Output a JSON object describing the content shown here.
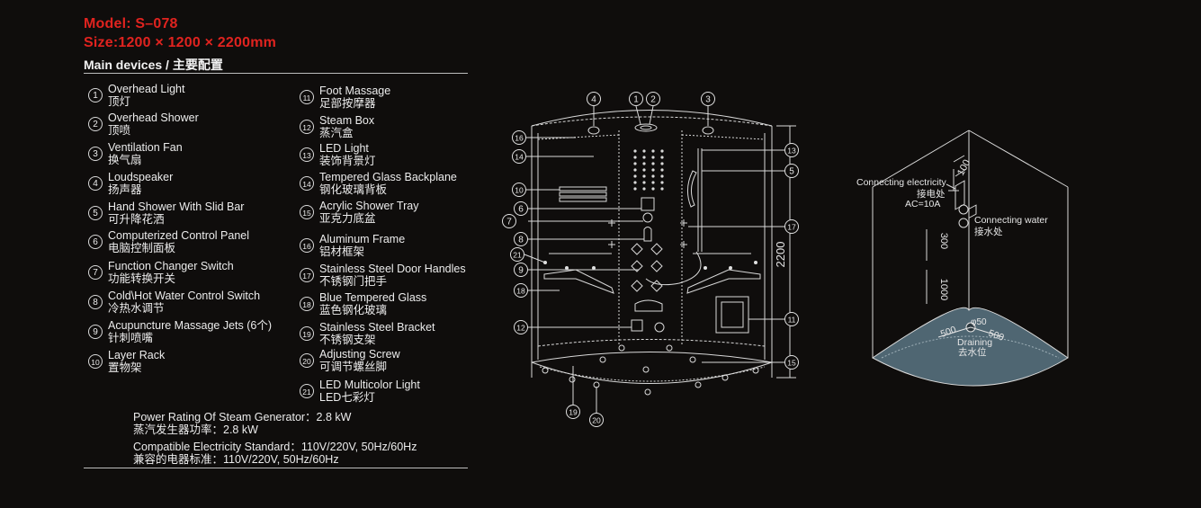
{
  "header": {
    "model": "Model: S–078",
    "size": "Size:1200 × 1200 × 2200mm",
    "section": "Main devices / 主要配置"
  },
  "devices": [
    {
      "num": "1",
      "en": "Overhead Light",
      "cn": "顶灯"
    },
    {
      "num": "2",
      "en": "Overhead Shower",
      "cn": "顶喷"
    },
    {
      "num": "3",
      "en": "Ventilation Fan",
      "cn": "换气扇"
    },
    {
      "num": "4",
      "en": "Loudspeaker",
      "cn": "扬声器"
    },
    {
      "num": "5",
      "en": "Hand Shower With Slid Bar",
      "cn": "可升降花洒"
    },
    {
      "num": "6",
      "en": "Computerized Control Panel",
      "cn": "电脑控制面板"
    },
    {
      "num": "7",
      "en": "Function Changer Switch",
      "cn": "功能转换开关"
    },
    {
      "num": "8",
      "en": "Cold\\Hot Water Control Switch",
      "cn": "冷热水调节"
    },
    {
      "num": "9",
      "en": "Acupuncture Massage Jets (6个)",
      "cn": "针刺喷嘴"
    },
    {
      "num": "10",
      "en": "Layer Rack",
      "cn": "置物架"
    },
    {
      "num": "11",
      "en": "Foot Massage",
      "cn": "足部按摩器"
    },
    {
      "num": "12",
      "en": "Steam Box",
      "cn": "蒸汽盒"
    },
    {
      "num": "13",
      "en": "LED Light",
      "cn": "装饰背景灯"
    },
    {
      "num": "14",
      "en": "Tempered Glass Backplane",
      "cn": "钢化玻璃背板"
    },
    {
      "num": "15",
      "en": "Acrylic Shower Tray",
      "cn": "亚克力底盆"
    },
    {
      "num": "16",
      "en": "Aluminum Frame",
      "cn": "铝材框架"
    },
    {
      "num": "17",
      "en": "Stainless Steel Door Handles",
      "cn": "不锈钢门把手"
    },
    {
      "num": "18",
      "en": "Blue Tempered Glass",
      "cn": "蓝色钢化玻璃"
    },
    {
      "num": "19",
      "en": "Stainless Steel Bracket",
      "cn": "不锈钢支架"
    },
    {
      "num": "20",
      "en": "Adjusting Screw",
      "cn": "可调节螺丝脚"
    },
    {
      "num": "21",
      "en": "LED Multicolor Light",
      "cn": "LED七彩灯"
    }
  ],
  "specs": {
    "power_en": "Power Rating Of Steam Generator：2.8 kW",
    "power_cn": "蒸汽发生器功率：2.8 kW",
    "elec_en": "Compatible Electricity Standard：110V/220V, 50Hz/60Hz",
    "elec_cn": "兼容的电器标准：110V/220V, 50Hz/60Hz"
  },
  "front_view": {
    "height_label": "2200"
  },
  "corner_view": {
    "elec_en": "Connecting electricity",
    "elec_cn": "接电处",
    "elec_spec": "AC=10A",
    "water_en": "Connecting water",
    "water_cn": "接水处",
    "dim_100": "100",
    "dim_300": "300",
    "dim_1000": "1000",
    "dim_50": "φ50",
    "dim_500_left": "500",
    "dim_500_right": "500",
    "drain_en": "Draining",
    "drain_cn": "去水位"
  },
  "colors": {
    "background": "#0f0d0c",
    "accent_red": "#e0231f",
    "tray_blue": "#4f6672"
  }
}
